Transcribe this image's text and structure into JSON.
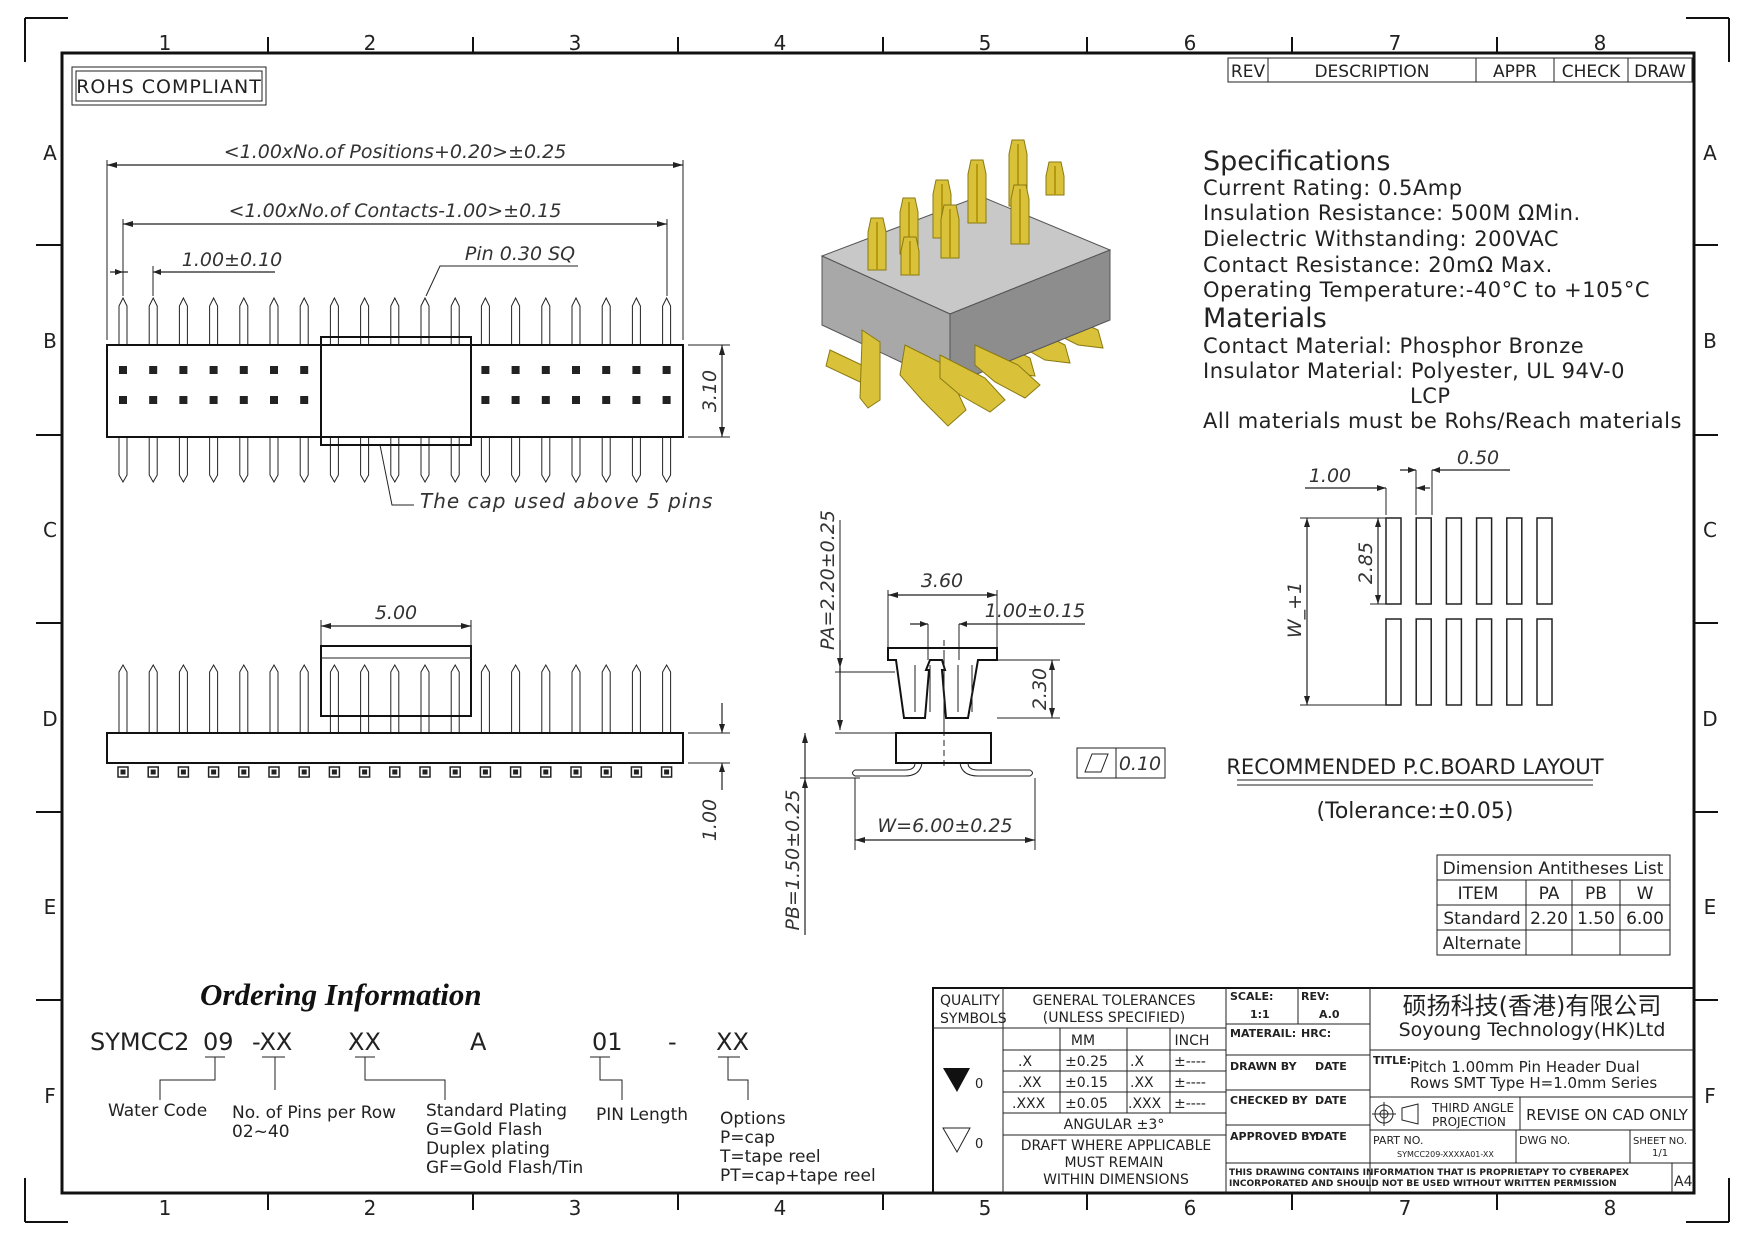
{
  "frame": {
    "col_labels": [
      "1",
      "2",
      "3",
      "4",
      "5",
      "6",
      "7",
      "8"
    ],
    "row_labels": [
      "A",
      "B",
      "C",
      "D",
      "E",
      "F"
    ]
  },
  "rohs": "ROHS COMPLIANT",
  "revision_table": {
    "headers": [
      "REV",
      "DESCRIPTION",
      "APPR",
      "CHECK",
      "DRAW"
    ]
  },
  "top_view": {
    "dim_positions": "<1.00xNo.of Positions+0.20>±0.25",
    "dim_contacts": "<1.00xNo.of Contacts-1.00>±0.15",
    "dim_pitch": "1.00±0.10",
    "pin_label": "Pin 0.30 SQ",
    "height_dim": "3.10",
    "cap_note": "The cap used above 5 pins"
  },
  "side_view": {
    "cap_dim": "5.00",
    "lead_dim": "1.00"
  },
  "end_view": {
    "pa": "PA=2.20±0.25",
    "pb": "PB=1.50±0.25",
    "width_dim": "3.60",
    "row_pitch": "1.00±0.15",
    "height_dim": "2.30",
    "w_dim": "W=6.00±0.25",
    "flatness": "0.10"
  },
  "specifications": {
    "title": "Specifications",
    "lines": [
      "Current Rating:  0.5Amp",
      "Insulation Resistance:  500M ΩMin.",
      "Dielectric Withstanding:  200VAC",
      "Contact Resistance:  20mΩ Max.",
      "Operating Temperature:-40°C to +105°C"
    ],
    "materials_title": "Materials",
    "materials": [
      "Contact Material: Phosphor Bronze",
      "Insulator Material: Polyester, UL 94V-0",
      "LCP",
      "All materials must be Rohs/Reach materials"
    ]
  },
  "pcb_layout": {
    "dim_pitch": "1.00",
    "dim_pad": "0.50",
    "dim_len": "2.85",
    "dim_w": "W_+1",
    "title": "RECOMMENDED P.C.BOARD LAYOUT",
    "tolerance": "(Tolerance:±0.05)"
  },
  "antithesis_table": {
    "title": "Dimension Antitheses List",
    "headers": [
      "ITEM",
      "PA",
      "PB",
      "W"
    ],
    "rows": [
      [
        "Standard",
        "2.20",
        "1.50",
        "6.00"
      ],
      [
        "Alternate",
        "",
        "",
        ""
      ]
    ]
  },
  "ordering": {
    "title": "Ordering Information",
    "code_parts": [
      "SYMCC2",
      "09",
      "-XX",
      "XX",
      "A",
      "01",
      "-",
      "XX"
    ],
    "water_code": "Water Code",
    "pins_label": "No. of Pins per Row",
    "pins_range": "02~40",
    "plating_title": "Standard Plating",
    "plating_lines": [
      "G=Gold Flash",
      "Duplex plating",
      "GF=Gold Flash/Tin"
    ],
    "pin_length": "PIN Length",
    "options_title": "Options",
    "options_lines": [
      "P=cap",
      "T=tape reel",
      "PT=cap+tape reel"
    ]
  },
  "title_block": {
    "quality": "QUALITY",
    "symbols": "SYMBOLS",
    "sym1_suffix": "0",
    "sym2_suffix": "0",
    "tol_title1": "GENERAL TOLERANCES",
    "tol_title2": "(UNLESS SPECIFIED)",
    "mm": "MM",
    "inch": "INCH",
    "tol_rows": [
      [
        ".X",
        "±0.25",
        ".X",
        "±----"
      ],
      [
        ".XX",
        "±0.15",
        ".XX",
        "±----"
      ],
      [
        ".XXX",
        "±0.05",
        ".XXX",
        "±----"
      ]
    ],
    "angular": "ANGULAR ±3°",
    "draft1": "DRAFT WHERE APPLICABLE",
    "draft2": "MUST REMAIN",
    "draft3": "WITHIN DIMENSIONS",
    "scale_label": "SCALE:",
    "scale_value": "1:1",
    "rev_label": "REV:",
    "rev_value": "A.0",
    "material_label": "MATERAIL:",
    "hrc_label": "HRC:",
    "drawn_by": "DRAWN BY",
    "checked_by": "CHECKED BY",
    "approved_by": "APPROVED BY",
    "date": "DATE",
    "company_cn": "硕扬科技(香港)有限公司",
    "company_en": "Soyoung Technology(HK)Ltd",
    "title_label": "TITLE:",
    "title_line1": "Pitch 1.00mm Pin Header Dual",
    "title_line2": "Rows SMT Type H=1.0mm Series",
    "projection1": "THIRD ANGLE",
    "projection2": "PROJECTION",
    "revise": "REVISE ON CAD ONLY",
    "part_no_label": "PART NO.",
    "part_no": "SYMCC209-XXXXA01-XX",
    "dwg_no_label": "DWG NO.",
    "sheet_label": "SHEET NO.",
    "sheet_value": "1/1",
    "disclaimer1": "THIS DRAWING CONTAINS INFORMATION THAT IS PROPRIETAPY TO CYBERAPEX",
    "disclaimer2": "INCORPORATED AND SHOULD NOT BE USED WITHOUT WRITTEN PERMISSION",
    "size": "A4"
  },
  "colors": {
    "gold": "#d9c23a",
    "gold_dark": "#b59a10",
    "insulator_top": "#c8c8c8",
    "insulator_side": "#9a9a9a"
  }
}
